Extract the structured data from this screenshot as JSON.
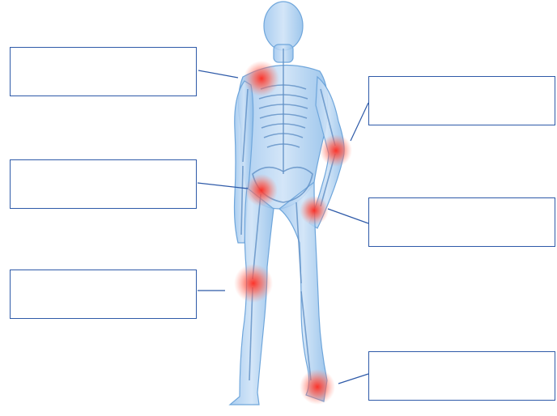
{
  "diagram": {
    "colors": {
      "body_fill": "#b9d6f2",
      "body_edge": "#6fa6db",
      "bone": "#5f8fc4",
      "joint_highlight": "#ff3b30",
      "connector_line": "#2e5aa8",
      "box_border": "#2e5aa8"
    },
    "label_boxes": [
      {
        "id": "shoulder",
        "text": ""
      },
      {
        "id": "hip",
        "text": ""
      },
      {
        "id": "knee",
        "text": ""
      },
      {
        "id": "elbow",
        "text": ""
      },
      {
        "id": "wrist",
        "text": ""
      },
      {
        "id": "ankle",
        "text": ""
      }
    ],
    "highlighted_joints": [
      "shoulder",
      "hip",
      "knee",
      "elbow",
      "wrist",
      "ankle"
    ]
  }
}
